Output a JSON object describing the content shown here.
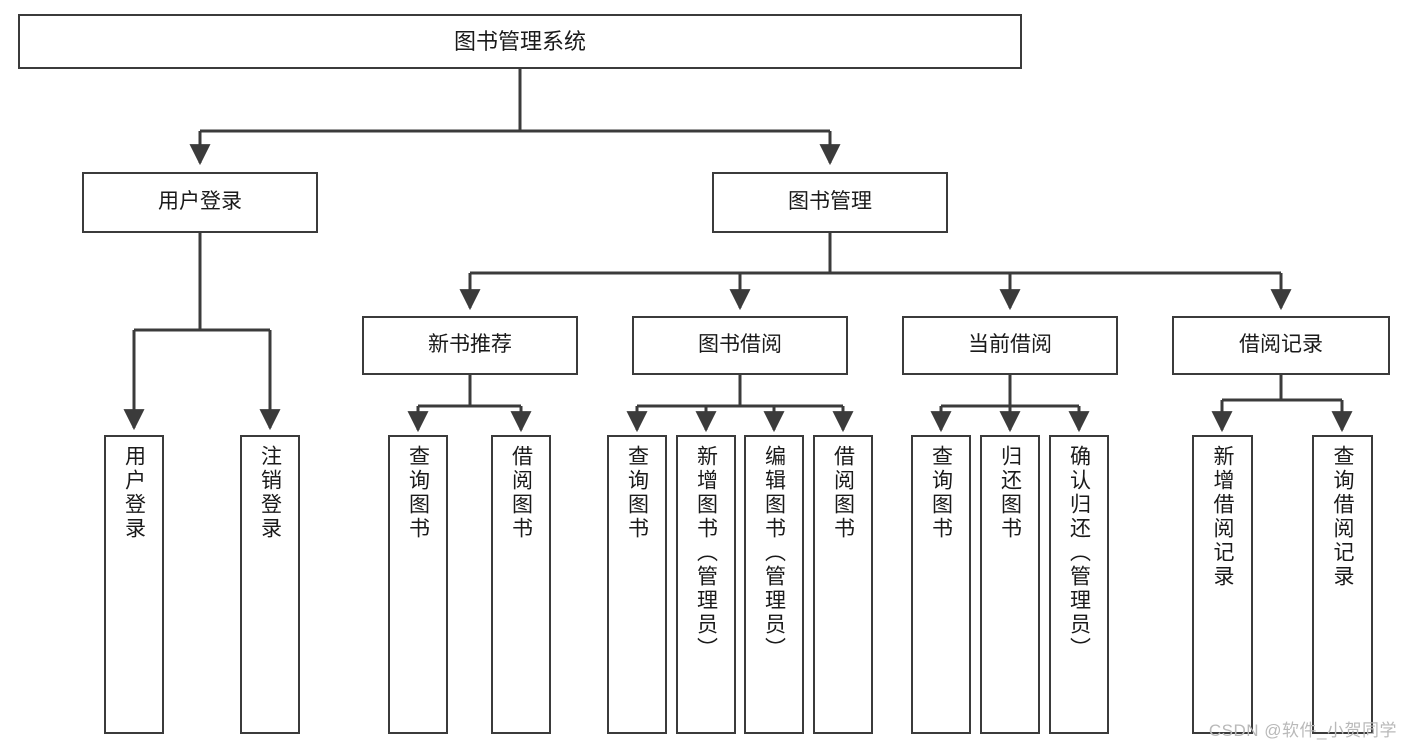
{
  "diagram": {
    "title": "图书管理系统",
    "type": "hierarchy-tree",
    "colors": {
      "box_border": "#3b3b3b",
      "box_fill": "#ffffff",
      "connector": "#3b3b3b",
      "text": "#1a1a1a",
      "watermark": "#b9b9b9"
    },
    "root": {
      "label": "图书管理系统"
    },
    "level2": [
      {
        "label": "用户登录"
      },
      {
        "label": "图书管理"
      }
    ],
    "level3": [
      {
        "label": "新书推荐"
      },
      {
        "label": "图书借阅"
      },
      {
        "label": "当前借阅"
      },
      {
        "label": "借阅记录"
      }
    ],
    "leaves_user_login": [
      {
        "label": "用户登录"
      },
      {
        "label": "注销登录"
      }
    ],
    "leaves_new_book": [
      {
        "label": "查询图书"
      },
      {
        "label": "借阅图书"
      }
    ],
    "leaves_borrow": [
      {
        "label": "查询图书"
      },
      {
        "label": "新增图书（管理员）"
      },
      {
        "label": "编辑图书（管理员）"
      },
      {
        "label": "借阅图书"
      }
    ],
    "leaves_current": [
      {
        "label": "查询图书"
      },
      {
        "label": "归还图书"
      },
      {
        "label": "确认归还（管理员）"
      }
    ],
    "leaves_records": [
      {
        "label": "新增借阅记录"
      },
      {
        "label": "查询借阅记录"
      }
    ],
    "watermark": "CSDN @软件_小贺同学"
  }
}
